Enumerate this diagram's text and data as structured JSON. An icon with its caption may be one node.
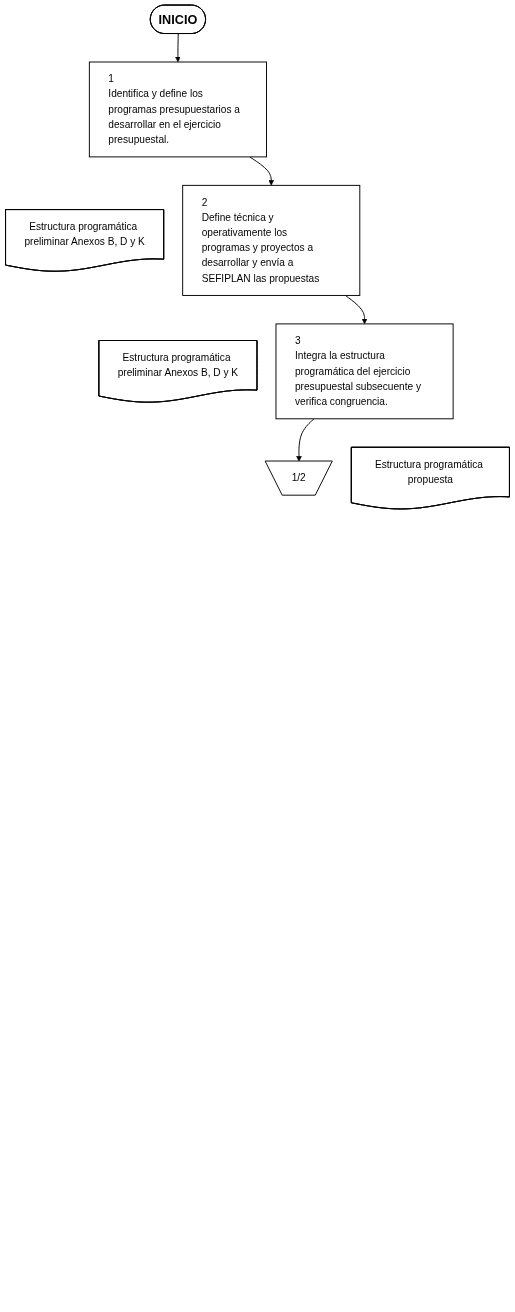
{
  "diagram": {
    "nodes": [
      {
        "text": [
          "INICIO"
        ]
      },
      {
        "text": [
          "1",
          "Identifica y define los programas presupuestarios a desarrollar en el ejercicio presupuestal."
        ]
      },
      {
        "text": [
          "Estructura programática preliminar Anexos B, D y K"
        ]
      },
      {
        "text": [
          "2",
          "Define técnica y operativamente los programas y proyectos a desarrollar y envía a SEFIPLAN las propuestas"
        ]
      },
      {
        "text": [
          "Estructura programática preliminar Anexos B, D y K"
        ]
      },
      {
        "text": [
          "3",
          "Integra la estructura programática del ejercicio presupuestal subsecuente y verifica congruencia."
        ]
      },
      {
        "text": [
          "Estructura programática propuesta"
        ]
      },
      {
        "text": [
          "1/2"
        ]
      }
    ],
    "edges": [
      {
        "from": 0,
        "to": 1,
        "arrow": "to"
      },
      {
        "from": 1,
        "to": 3,
        "arrow": "to"
      },
      {
        "from": 3,
        "to": 5,
        "arrow": "to"
      },
      {
        "from": 5,
        "to": 7,
        "arrow": "to"
      }
    ]
  }
}
